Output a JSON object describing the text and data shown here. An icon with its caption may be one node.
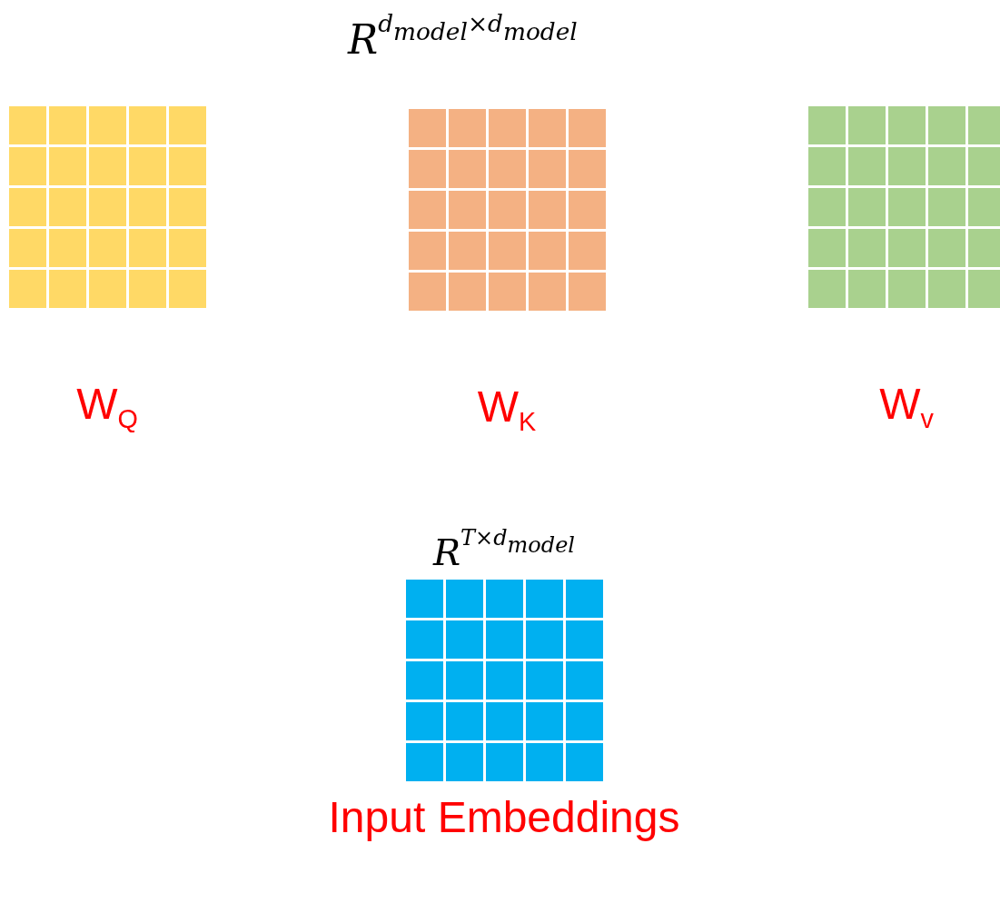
{
  "diagram": {
    "nodes": [
      {
        "text": [],
        "shape": "box",
        "beside": [
          "W$_{Q}$"
        ]
      },
      {
        "text": [],
        "shape": "box",
        "beside": [
          "W$_{K}$"
        ]
      },
      {
        "text": [],
        "shape": "box",
        "beside": [
          "W$_{v}$"
        ]
      },
      {
        "text": [],
        "shape": "box",
        "beside": [
          "R$^{T×d}$$_{model}$",
          "Input Embeddings"
        ]
      }
    ],
    "edges": [],
    "labels": [
      "R$^{d}$$_{model}$$^{×d}$$_{model}$"
    ]
  }
}
